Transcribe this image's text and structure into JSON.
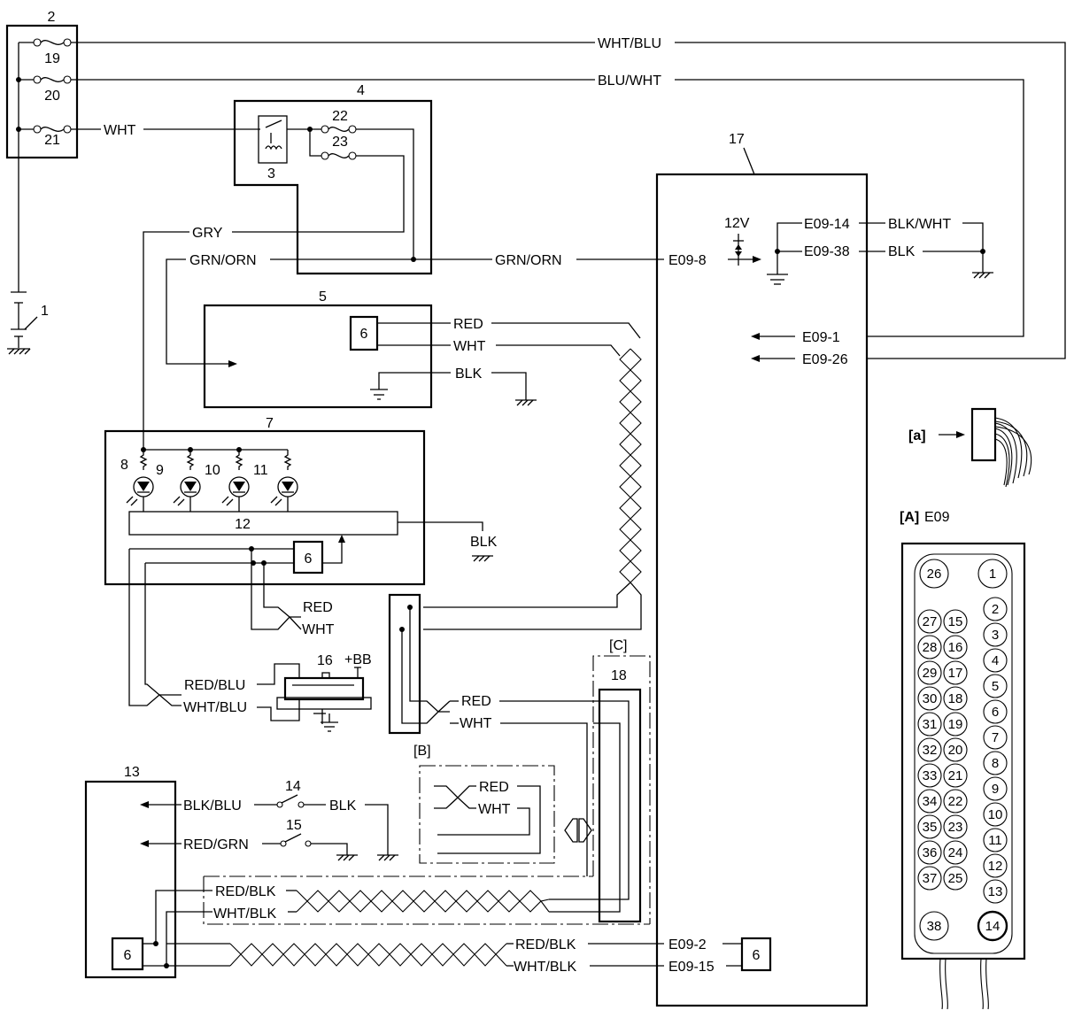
{
  "wires": {
    "wht_blu": "WHT/BLU",
    "blu_wht": "BLU/WHT",
    "wht": "WHT",
    "gry": "GRY",
    "grn_orn": "GRN/ORN",
    "red": "RED",
    "blk": "BLK",
    "blk_wht": "BLK/WHT",
    "red_blu": "RED/BLU",
    "wht_blu_2": "WHT/BLU",
    "blk_blu": "BLK/BLU",
    "red_grn": "RED/GRN",
    "red_blk": "RED/BLK",
    "wht_blk": "WHT/BLK",
    "v12": "12V",
    "bb": "+BB"
  },
  "terminals": {
    "e09_8": "E09-8",
    "e09_14": "E09-14",
    "e09_38": "E09-38",
    "e09_1": "E09-1",
    "e09_26": "E09-26",
    "e09_2": "E09-2",
    "e09_15": "E09-15"
  },
  "components": {
    "n1": "1",
    "n2": "2",
    "n3": "3",
    "n4": "4",
    "n5": "5",
    "n6": "6",
    "n7": "7",
    "n8": "8",
    "n9": "9",
    "n10": "10",
    "n11": "11",
    "n12": "12",
    "n13": "13",
    "n14": "14",
    "n15": "15",
    "n16": "16",
    "n17": "17",
    "n18": "18",
    "f19": "19",
    "f20": "20",
    "f21": "21",
    "f22": "22",
    "f23": "23"
  },
  "legend": {
    "a_small": "[a]",
    "a_big": "[A]",
    "a_big_conn": "E09",
    "b": "[B]",
    "c": "[C]"
  },
  "connector_pins": {
    "top_left": "26",
    "top_right": "1",
    "left_col_a": [
      "27",
      "28",
      "29",
      "30",
      "31",
      "32",
      "33",
      "34",
      "35",
      "36",
      "37"
    ],
    "left_col_b": [
      "15",
      "16",
      "17",
      "18",
      "19",
      "20",
      "21",
      "22",
      "23",
      "24",
      "25"
    ],
    "right_col": [
      "2",
      "3",
      "4",
      "5",
      "6",
      "7",
      "8",
      "9",
      "10",
      "11",
      "12",
      "13"
    ],
    "bottom_left": "38",
    "bottom_right": "14"
  }
}
